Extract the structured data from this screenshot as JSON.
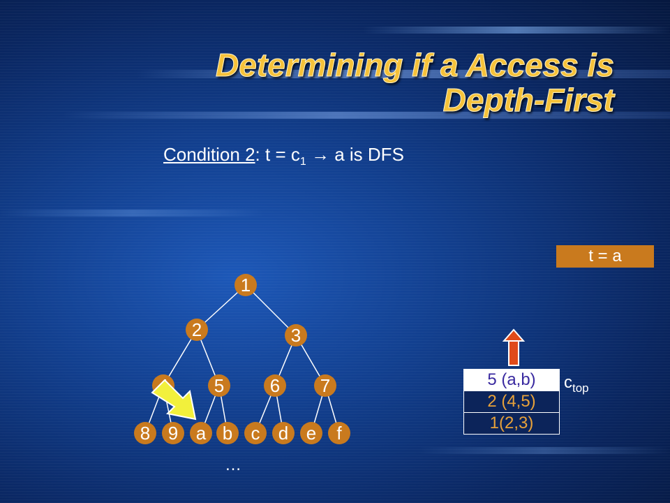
{
  "slide": {
    "title_line1": "Determining if a Access is",
    "title_line2": "Depth-First",
    "condition_label": "Condition 2",
    "condition_rest_1": ": t = c",
    "condition_sub": "1",
    "condition_arrow": "→",
    "condition_rest_2": " a is DFS",
    "t_box": "t = a",
    "ellipsis": "…",
    "ctop_c": "c",
    "ctop_sub": "top"
  },
  "tree": {
    "node_color": "#c97a1e",
    "nodes": [
      "1",
      "2",
      "3",
      "4",
      "5",
      "6",
      "7",
      "8",
      "9",
      "a",
      "b",
      "c",
      "d",
      "e",
      "f"
    ]
  },
  "stack": {
    "cells": [
      "5 (a,b)",
      "2 (4,5)",
      "1(2,3)"
    ]
  },
  "colors": {
    "title": "#f6c23a",
    "accent_orange": "#c97a1e",
    "highlight_arrow": "#f2f03c",
    "stack_arrow": "#e04a1a"
  }
}
